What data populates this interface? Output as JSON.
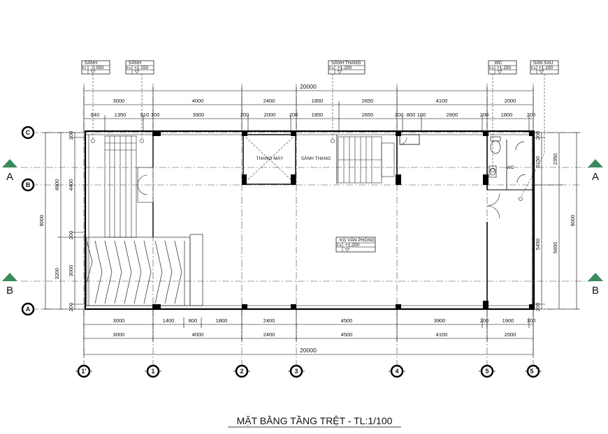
{
  "drawing_title": "MẶT BẰNG TẦNG TRỆT - TL:1/100",
  "tags": [
    {
      "name": "SẢNH",
      "level": "-0.050",
      "prefix": "F.l"
    },
    {
      "name": "SẢNH",
      "level": "+1.150",
      "prefix": "F.s"
    },
    {
      "name": "SẢNH THANG",
      "level": "+1.200",
      "prefix": "F.s"
    },
    {
      "name": "WC",
      "level": "+1.150",
      "prefix": "F.s"
    },
    {
      "name": "SÂN SAU",
      "level": "+1.150",
      "prefix": "F.s"
    },
    {
      "name": "KG VĂN PHÒNG",
      "level": "+1.200",
      "prefix": "F.s"
    }
  ],
  "room_labels": {
    "elevator": "THANG MÁY",
    "stair_hall": "SẢNH THANG",
    "wc": "WC"
  },
  "top_dims": {
    "overall": "20000",
    "row1": [
      "3000",
      "4000",
      "2400",
      "1850",
      "2650",
      "4100",
      "2000"
    ],
    "row2": [
      "840",
      "1350",
      "810",
      "100",
      "3900",
      "200",
      "2000",
      "200",
      "1850",
      "2650",
      "200",
      "800",
      "100",
      "2800",
      "200",
      "1800",
      "200"
    ]
  },
  "bottom_dims": {
    "row1": [
      "3000",
      "1400",
      "800",
      "1800",
      "2400",
      "4500",
      "3900",
      "200",
      "1900",
      "100"
    ],
    "row2": [
      "3000",
      "4000",
      "2400",
      "4500",
      "4100",
      "2000"
    ],
    "overall": "20000"
  },
  "left_dims": {
    "overall": "8000",
    "outer": [
      "4800",
      "3200"
    ],
    "inner": [
      "200",
      "4400",
      "200",
      "3000",
      "200"
    ]
  },
  "right_dims": {
    "overall": "8000",
    "outer": [
      "2350",
      "5650"
    ],
    "inner": [
      "200",
      "2150",
      "5450",
      "200"
    ]
  },
  "grid_rows": [
    "C",
    "B",
    "A"
  ],
  "grid_cols": [
    "1'",
    "1",
    "2",
    "3",
    "4",
    "5",
    "5'"
  ],
  "sections": [
    "A",
    "B"
  ]
}
